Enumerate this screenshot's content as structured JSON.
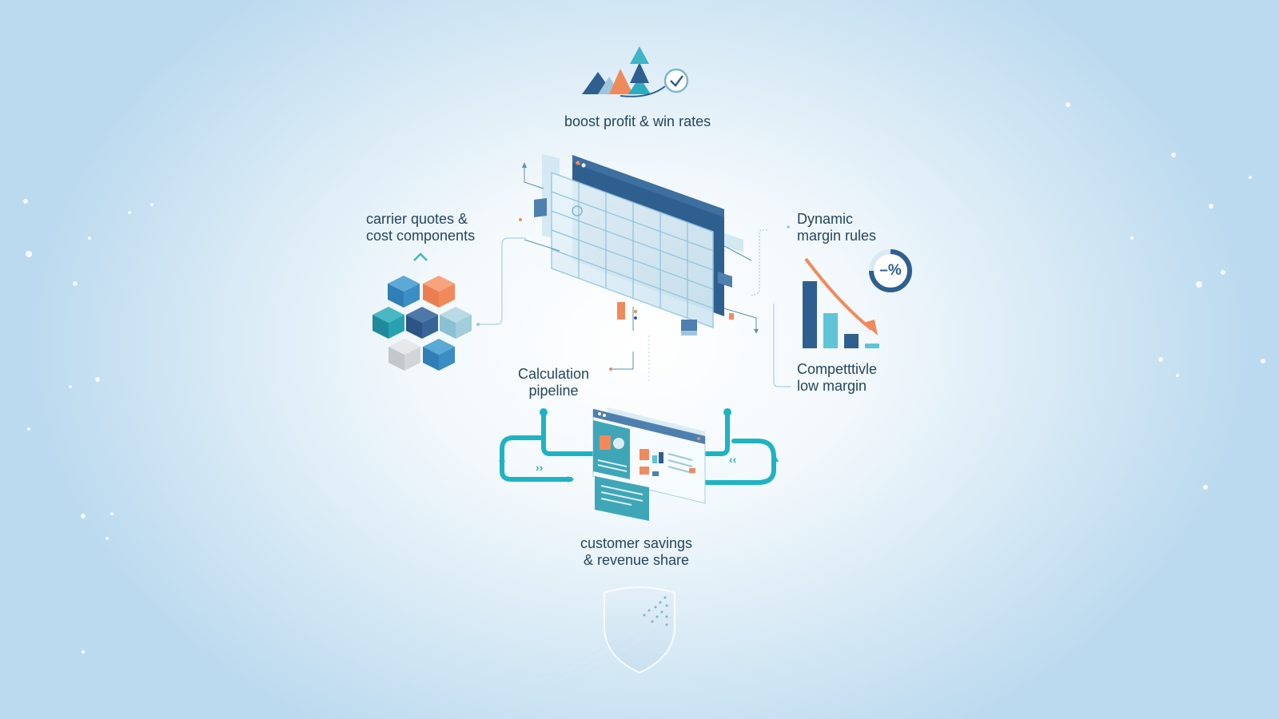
{
  "labels": {
    "top": "boost profit & win rates",
    "carrier": [
      "carrier quotes &",
      "cost components"
    ],
    "dynamic": [
      "Dynamic",
      "margin rules"
    ],
    "competitive": [
      "Competttivle",
      "low margin"
    ],
    "calculation": [
      "Calculation",
      "pipeline"
    ],
    "customer": [
      "customer savings",
      "& revenue share"
    ],
    "percent_badge": "–%"
  },
  "icons": {
    "top": "mountain-peaks-check-icon",
    "center": "pricing-spreadsheet-icon",
    "left": "cost-cubes-icon",
    "right": "declining-bar-chart-icon",
    "bottom": "pipeline-dashboard-icon",
    "footer": "shield-icon"
  },
  "colors": {
    "text": "#24465f",
    "navy": "#2f5f8f",
    "teal": "#1fb3c2",
    "light_teal": "#5ec4d6",
    "orange": "#f08a5d",
    "grey": "#c9cfd4",
    "slate_blue": "#7fa9c4"
  }
}
